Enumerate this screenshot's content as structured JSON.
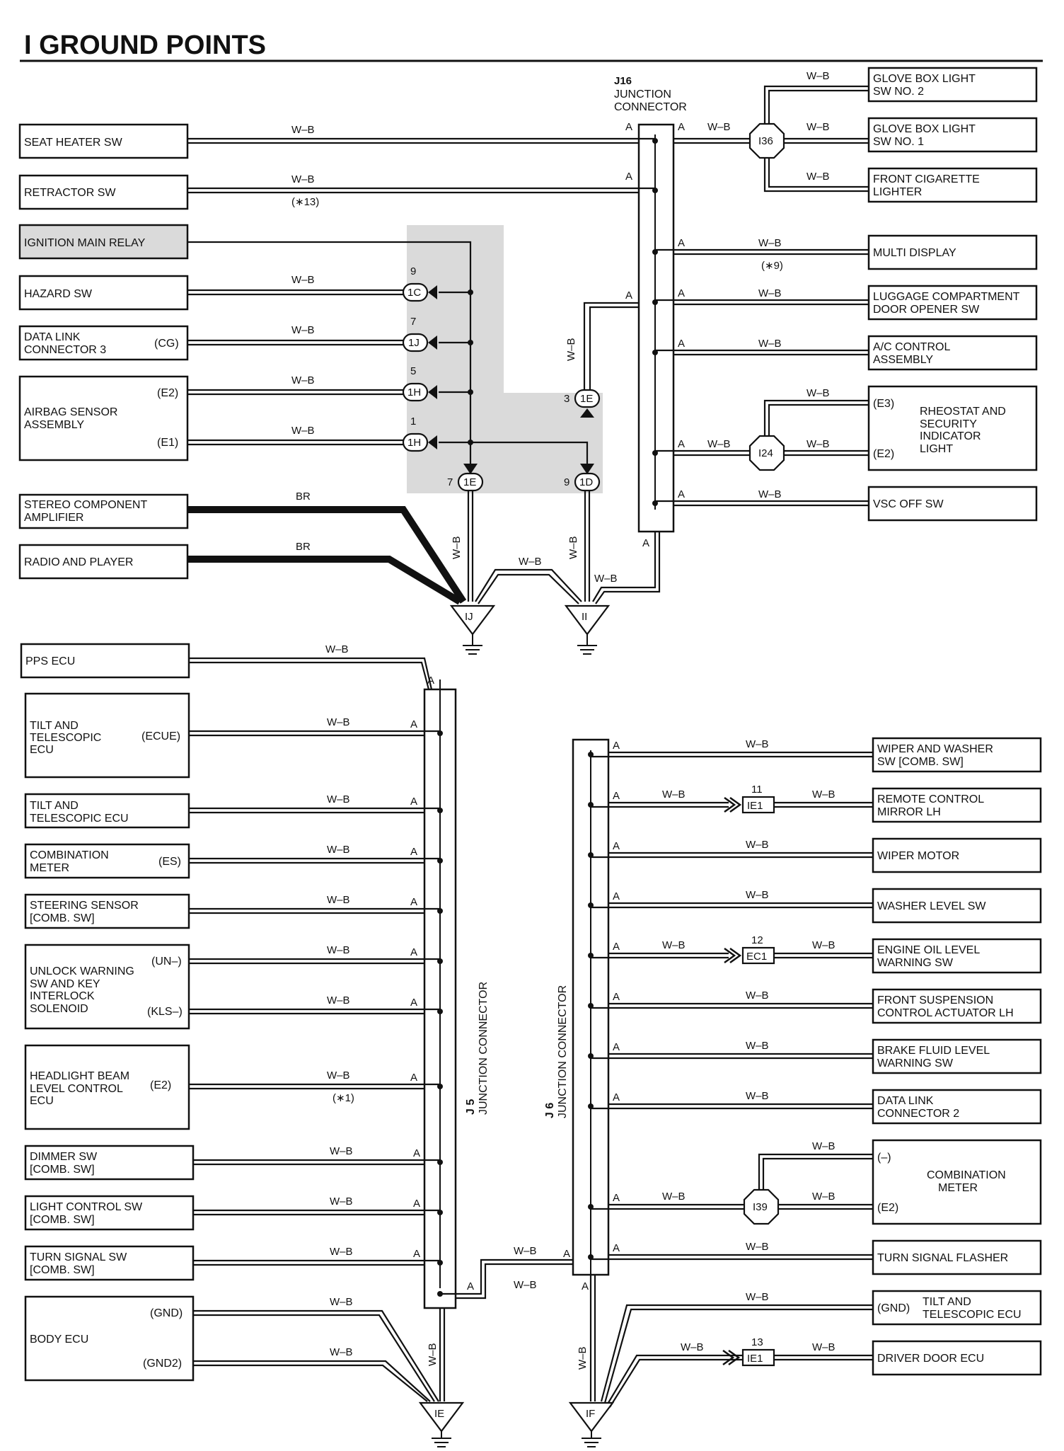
{
  "title": "I  GROUND POINTS",
  "wire_color_code": "W–B",
  "heavy_wire_code": "BR",
  "junction_connectors": {
    "j16": {
      "id": "J16",
      "name_line1": "JUNCTION",
      "name_line2": "CONNECTOR"
    },
    "j5": {
      "id": "J 5",
      "name": "JUNCTION CONNECTOR"
    },
    "j6": {
      "id": "J 6",
      "name": "JUNCTION CONNECTOR"
    }
  },
  "pin_label": "A",
  "ground_points": [
    "IJ",
    "II",
    "IE",
    "IF"
  ],
  "splices": [
    "I36",
    "I24",
    "I39"
  ],
  "inline_connectors": {
    "c1": {
      "id": "1C",
      "pin": "9"
    },
    "c2": {
      "id": "1J",
      "pin": "7"
    },
    "c3": {
      "id": "1H",
      "pin": "5"
    },
    "c4": {
      "id": "1H",
      "pin": "1"
    },
    "c5": {
      "id": "1E",
      "pin": "7"
    },
    "c6": {
      "id": "1E",
      "pin": "3"
    },
    "c7": {
      "id": "1D",
      "pin": "9"
    },
    "ie1a": {
      "id": "IE1",
      "pin": "11"
    },
    "ec1": {
      "id": "EC1",
      "pin": "12"
    },
    "ie1b": {
      "id": "IE1",
      "pin": "13"
    }
  },
  "notes": {
    "n13": "(∗13)",
    "n9": "(∗9)",
    "n1": "(∗1)"
  },
  "left_top": {
    "seat_heater": "SEAT HEATER SW",
    "retractor": "RETRACTOR SW",
    "ignition_relay": "IGNITION MAIN RELAY",
    "hazard": "HAZARD SW",
    "dlc3_l1": "DATA LINK",
    "dlc3_l2": "CONNECTOR 3",
    "dlc3_pin": "(CG)",
    "airbag_l1": "AIRBAG SENSOR",
    "airbag_l2": "ASSEMBLY",
    "airbag_e2": "(E2)",
    "airbag_e1": "(E1)",
    "stereo_l1": "STEREO COMPONENT",
    "stereo_l2": "AMPLIFIER",
    "radio": "RADIO AND PLAYER"
  },
  "right_top": {
    "glove2_l1": "GLOVE BOX LIGHT",
    "glove2_l2": "SW NO. 2",
    "glove1_l1": "GLOVE BOX LIGHT",
    "glove1_l2": "SW NO. 1",
    "cig_l1": "FRONT CIGARETTE",
    "cig_l2": "LIGHTER",
    "multi": "MULTI DISPLAY",
    "lug_l1": "LUGGAGE COMPARTMENT",
    "lug_l2": "DOOR OPENER SW",
    "ac_l1": "A/C CONTROL",
    "ac_l2": "ASSEMBLY",
    "rheo_l1": "RHEOSTAT AND",
    "rheo_l2": "SECURITY",
    "rheo_l3": "INDICATOR",
    "rheo_l4": "LIGHT",
    "rheo_e3": "(E3)",
    "rheo_e2": "(E2)",
    "vsc": "VSC OFF SW"
  },
  "left_bottom": {
    "pps": "PPS ECU",
    "tilt1_l1": "TILT AND",
    "tilt1_l2": "TELESCOPIC",
    "tilt1_l3": "ECU",
    "tilt1_pin": "(ECUE)",
    "tilt2_l1": "TILT AND",
    "tilt2_l2": "TELESCOPIC ECU",
    "combo_l1": "COMBINATION",
    "combo_l2": "METER",
    "combo_pin": "(ES)",
    "steer_l1": "STEERING SENSOR",
    "steer_l2": "[COMB.  SW]",
    "unlock_l1": "UNLOCK WARNING",
    "unlock_l2": "SW AND KEY",
    "unlock_l3": "INTERLOCK",
    "unlock_l4": "SOLENOID",
    "unlock_p1": "(UN–)",
    "unlock_p2": "(KLS–)",
    "head_l1": "HEADLIGHT BEAM",
    "head_l2": "LEVEL CONTROL",
    "head_l3": "ECU",
    "head_pin": "(E2)",
    "dimmer_l1": "DIMMER SW",
    "dimmer_l2": "[COMB.  SW]",
    "light_l1": "LIGHT CONTROL SW",
    "light_l2": "[COMB.  SW]",
    "turn_l1": "TURN SIGNAL SW",
    "turn_l2": "[COMB.  SW]",
    "body": "BODY ECU",
    "body_p1": "(GND)",
    "body_p2": "(GND2)"
  },
  "right_bottom": {
    "wiper_l1": "WIPER AND WASHER",
    "wiper_l2": "SW [COMB.  SW]",
    "mirror_l1": "REMOTE CONTROL",
    "mirror_l2": "MIRROR LH",
    "wmotor": "WIPER MOTOR",
    "washer": "WASHER LEVEL SW",
    "oil_l1": "ENGINE OIL LEVEL",
    "oil_l2": "WARNING SW",
    "susp_l1": "FRONT SUSPENSION",
    "susp_l2": "CONTROL ACTUATOR LH",
    "brake_l1": "BRAKE FLUID LEVEL",
    "brake_l2": "WARNING SW",
    "dlc2_l1": "DATA LINK",
    "dlc2_l2": "CONNECTOR 2",
    "cmeter_l1": "COMBINATION",
    "cmeter_l2": "METER",
    "cmeter_p1": "(–)",
    "cmeter_p2": "(E2)",
    "flasher": "TURN SIGNAL FLASHER",
    "tilt_pin": "(GND)",
    "tilt_l1": "TILT AND",
    "tilt_l2": "TELESCOPIC ECU",
    "driver_door": "DRIVER DOOR ECU"
  }
}
